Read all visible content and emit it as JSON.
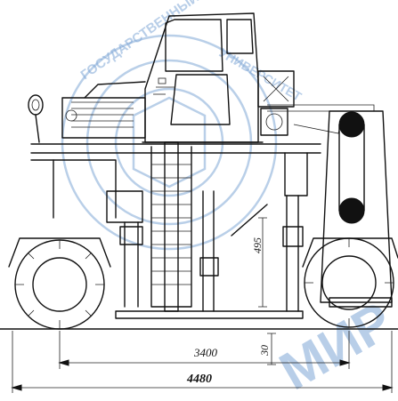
{
  "dimensions": {
    "overall_length": "4480",
    "wheelbase": "3400",
    "ground_offset": "30",
    "vertical_height": "495"
  },
  "watermark": {
    "color": "#7fa7d6"
  }
}
